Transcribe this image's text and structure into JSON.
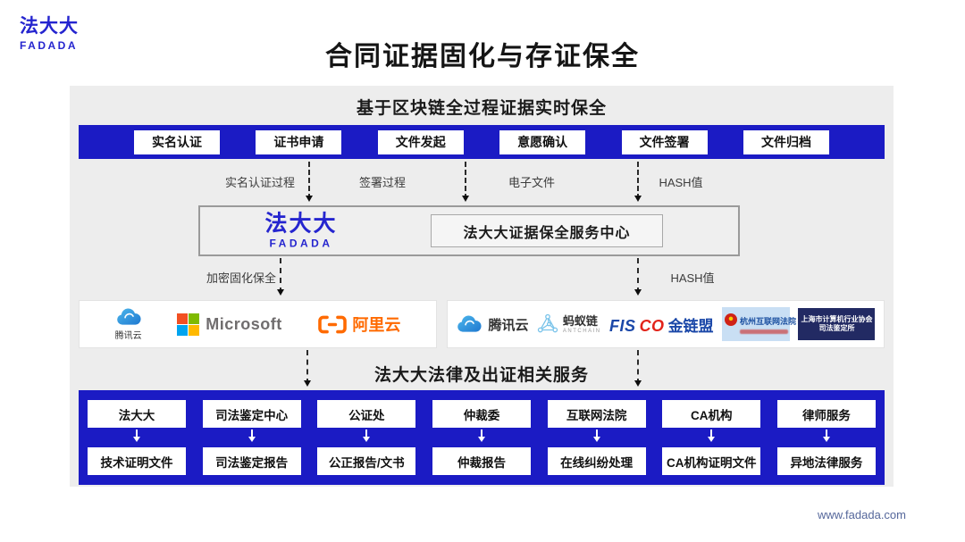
{
  "brand": {
    "logo_cn": "法大大",
    "logo_en": "FADADA"
  },
  "title": "合同证据固化与存证保全",
  "blockchain_section": {
    "header": "基于区块链全过程证据实时保全",
    "steps": [
      "实名认证",
      "证书申请",
      "文件发起",
      "意愿确认",
      "文件签署",
      "文件归档"
    ],
    "flow_labels": [
      "实名认证过程",
      "签署过程",
      "电子文件",
      "HASH值"
    ]
  },
  "center": {
    "logo_cn": "法大大",
    "logo_en": "FADADA",
    "service_center": "法大大证据保全服务中心",
    "left_arrow_label": "加密固化保全",
    "right_arrow_label": "HASH值"
  },
  "partners": {
    "left": {
      "tencent": "腾讯云",
      "microsoft": "Microsoft",
      "alicloud": "阿里云"
    },
    "right": {
      "tencent": "腾讯云",
      "antchain_cn": "蚂蚁链",
      "antchain_en": "ANTCHAIN",
      "fisco_en_blue": "FIS",
      "fisco_en_red": "CO",
      "fisco_cn": "金链盟",
      "hangzhou_court": "杭州互联网法院",
      "shanghai_line1": "上海市计算机行业协会",
      "shanghai_line2": "司法鉴定所"
    }
  },
  "services_section": {
    "header": "法大大法律及出证相关服务",
    "row1": [
      "法大大",
      "司法鉴定中心",
      "公证处",
      "仲裁委",
      "互联网法院",
      "CA机构",
      "律师服务"
    ],
    "row2": [
      "技术证明文件",
      "司法鉴定报告",
      "公正报告/文书",
      "仲裁报告",
      "在线纠纷处理",
      "CA机构证明文件",
      "异地法律服务"
    ]
  },
  "footer": {
    "url": "www.fadada.com"
  },
  "colors": {
    "primary_blue": "#1b1bc4",
    "brand_blue": "#2525cf",
    "panel_gray": "#ededed",
    "alicloud_orange": "#ff6a00"
  }
}
